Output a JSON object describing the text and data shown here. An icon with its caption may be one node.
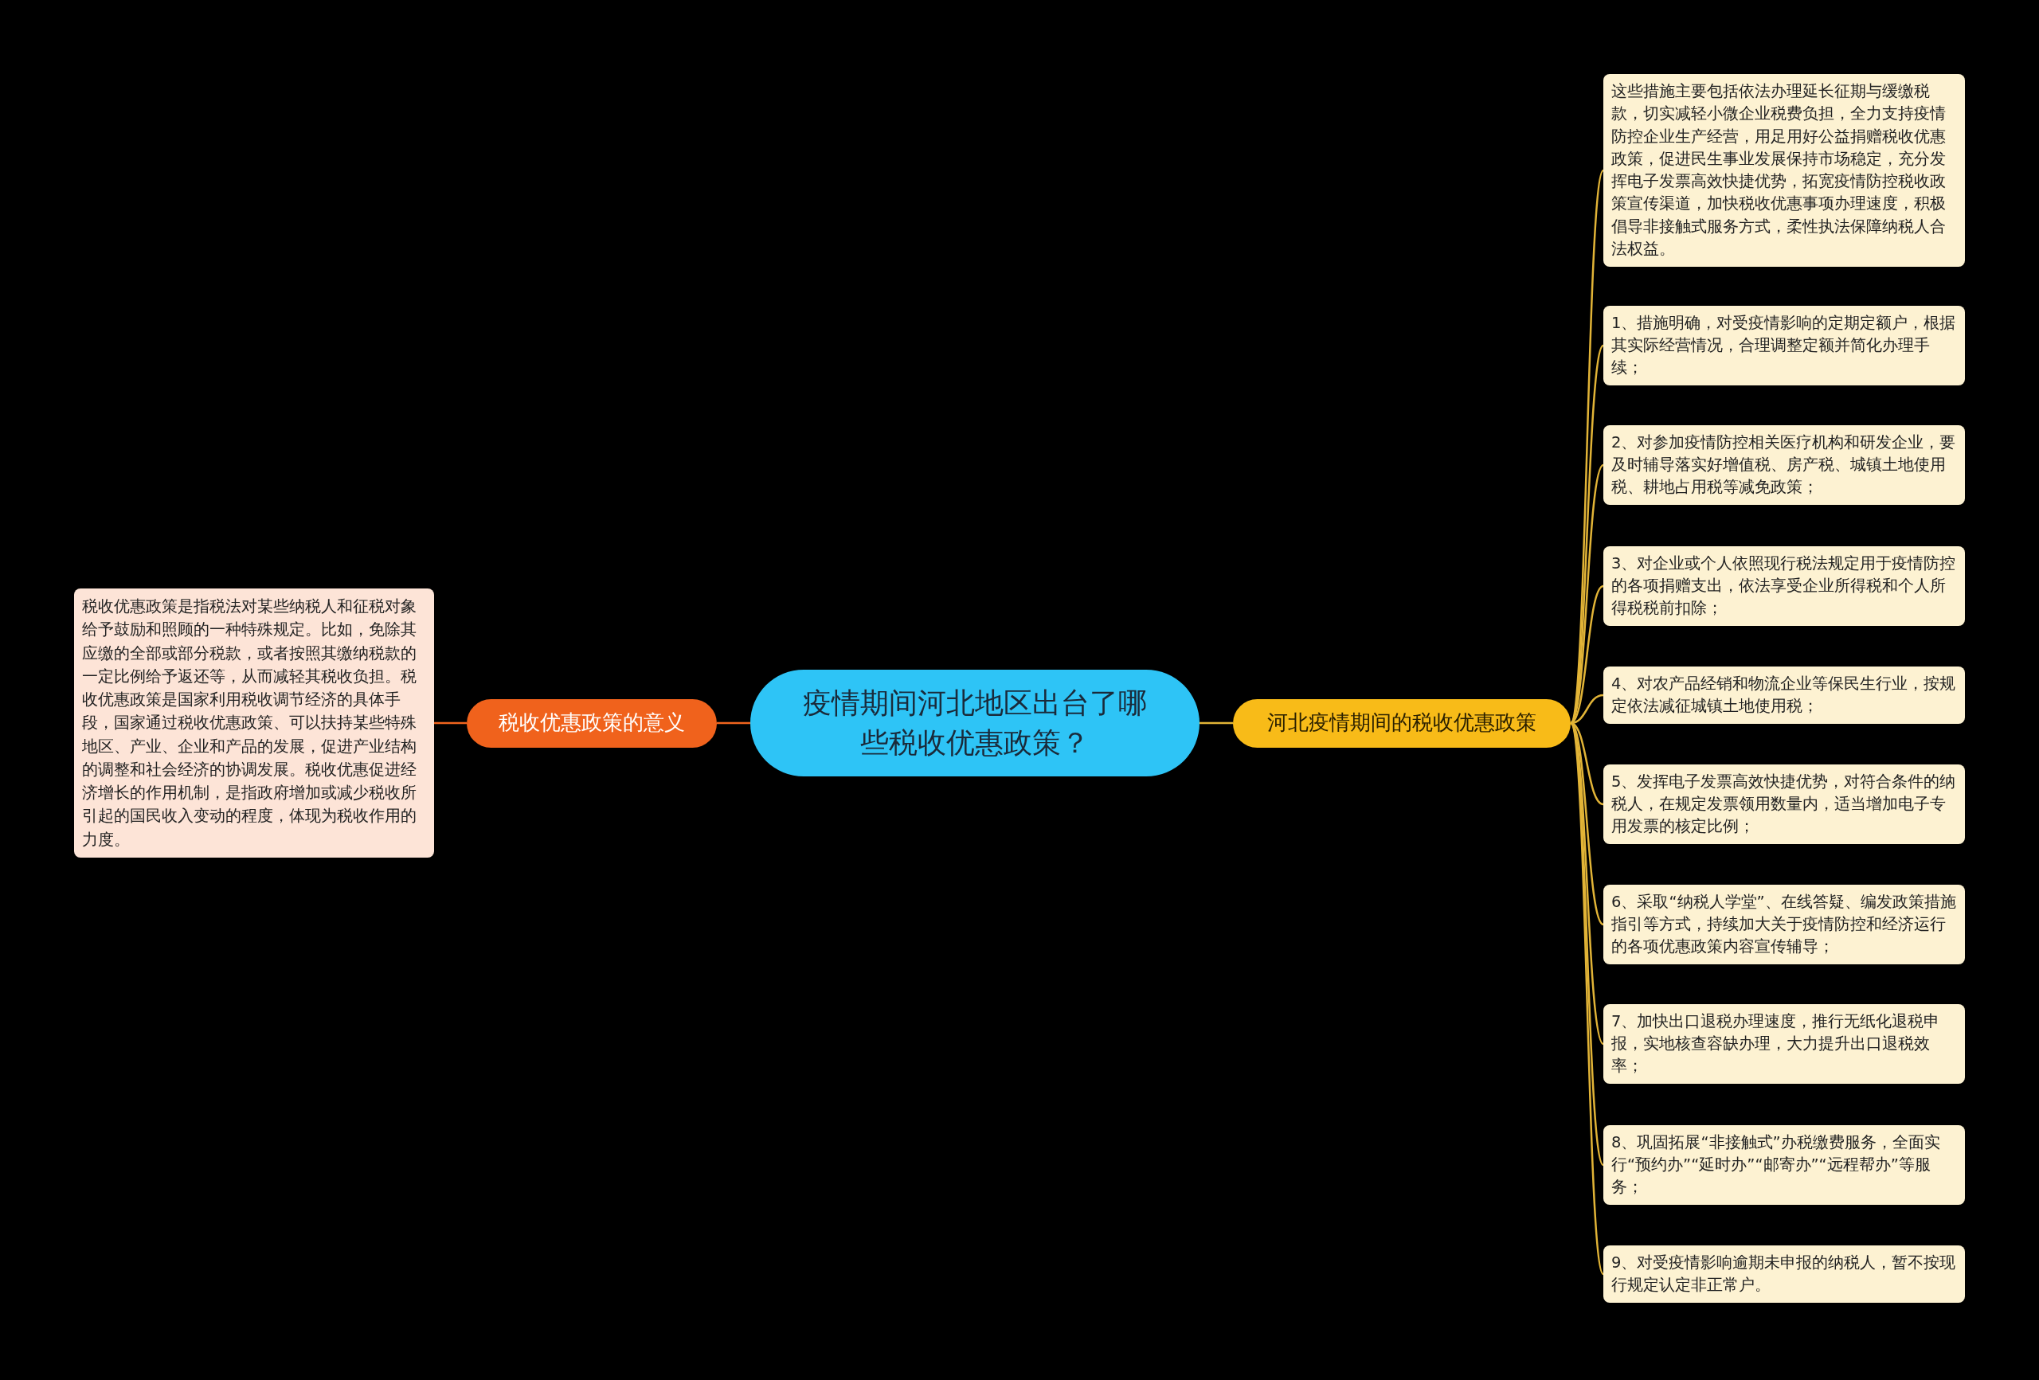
{
  "diagram": {
    "nodes": [
      {
        "text": [
          "疫情期间河北地区出台了哪些税收优惠政策？"
        ]
      },
      {
        "text": [
          "税收优惠政策的意义"
        ]
      },
      {
        "text": [
          "税收优惠政策是指税法对某些纳税人和征税对象给予鼓励和照顾的一种特殊规定。比如，免除其应缴的全部或部分税款，或者按照其缴纳税款的一定比例给予返还等，从而减轻其税收负担。税收优惠政策是国家利用税收调节经济的具体手段，国家通过税收优惠政策、可以扶持某些特殊地区、产业、企业和产品的发展，促进产业结构的调整和社会经济的协调发展。税收优惠促进经济增长的作用机制，是指政府增加或减少税收所引起的国民收入变动的程度，体现为税收作用的力度。"
        ]
      },
      {
        "text": [
          "河北疫情期间的税收优惠政策"
        ]
      },
      {
        "text": [
          "这些措施主要包括依法办理延长征期与缓缴税款，切实减轻小微企业税费负担，全力支持疫情防控企业生产经营，用足用好公益捐赠税收优惠政策，促进民生事业发展保持市场稳定，充分发挥电子发票高效快捷优势，拓宽疫情防控税收政策宣传渠道，加快税收优惠事项办理速度，积极倡导非接触式服务方式，柔性执法保障纳税人合法权益。"
        ]
      },
      {
        "text": [
          "1、措施明确，对受疫情影响的定期定额户，根据其实际经营情况，合理调整定额并简化办理手续；"
        ]
      },
      {
        "text": [
          "2、对参加疫情防控相关医疗机构和研发企业，要及时辅导落实好增值税、房产税、城镇土地使用税、耕地占用税等减免政策；"
        ]
      },
      {
        "text": [
          "3、对企业或个人依照现行税法规定用于疫情防控的各项捐赠支出，依法享受企业所得税和个人所得税税前扣除；"
        ]
      },
      {
        "text": [
          "4、对农产品经销和物流企业等保民生行业，按规定依法减征城镇土地使用税；"
        ]
      },
      {
        "text": [
          "5、发挥电子发票高效快捷优势，对符合条件的纳税人，在规定发票领用数量内，适当增加电子专用发票的核定比例；"
        ]
      },
      {
        "text": [
          "6、采取“纳税人学堂”、在线答疑、编发政策措施指引等方式，持续加大关于疫情防控和经济运行的各项优惠政策内容宣传辅导；"
        ]
      },
      {
        "text": [
          "7、加快出口退税办理速度，推行无纸化退税申报，实地核查容缺办理，大力提升出口退税效率；"
        ]
      },
      {
        "text": [
          "8、巩固拓展“非接触式”办税缴费服务，全面实行“预约办”“延时办”“邮寄办”“远程帮办”等服务；"
        ]
      },
      {
        "text": [
          "9、对受疫情影响逾期未申报的纳税人，暂不按现行规定认定非正常户。"
        ]
      }
    ],
    "edges": [
      {
        "from": 0,
        "to": 1,
        "arrow": "none",
        "color": "#f0641e"
      },
      {
        "from": 1,
        "to": 2,
        "arrow": "none",
        "color": "#f0641e"
      },
      {
        "from": 0,
        "to": 3,
        "arrow": "none"
      },
      {
        "from": 3,
        "to": 4,
        "arrow": "none"
      },
      {
        "from": 3,
        "to": 5,
        "arrow": "none"
      },
      {
        "from": 3,
        "to": 6,
        "arrow": "none"
      },
      {
        "from": 3,
        "to": 7,
        "arrow": "none"
      },
      {
        "from": 3,
        "to": 8,
        "arrow": "none"
      },
      {
        "from": 3,
        "to": 9,
        "arrow": "none"
      },
      {
        "from": 3,
        "to": 10,
        "arrow": "none"
      },
      {
        "from": 3,
        "to": 11,
        "arrow": "none"
      },
      {
        "from": 3,
        "to": 12,
        "arrow": "none"
      },
      {
        "from": 3,
        "to": 13,
        "arrow": "none"
      }
    ]
  }
}
